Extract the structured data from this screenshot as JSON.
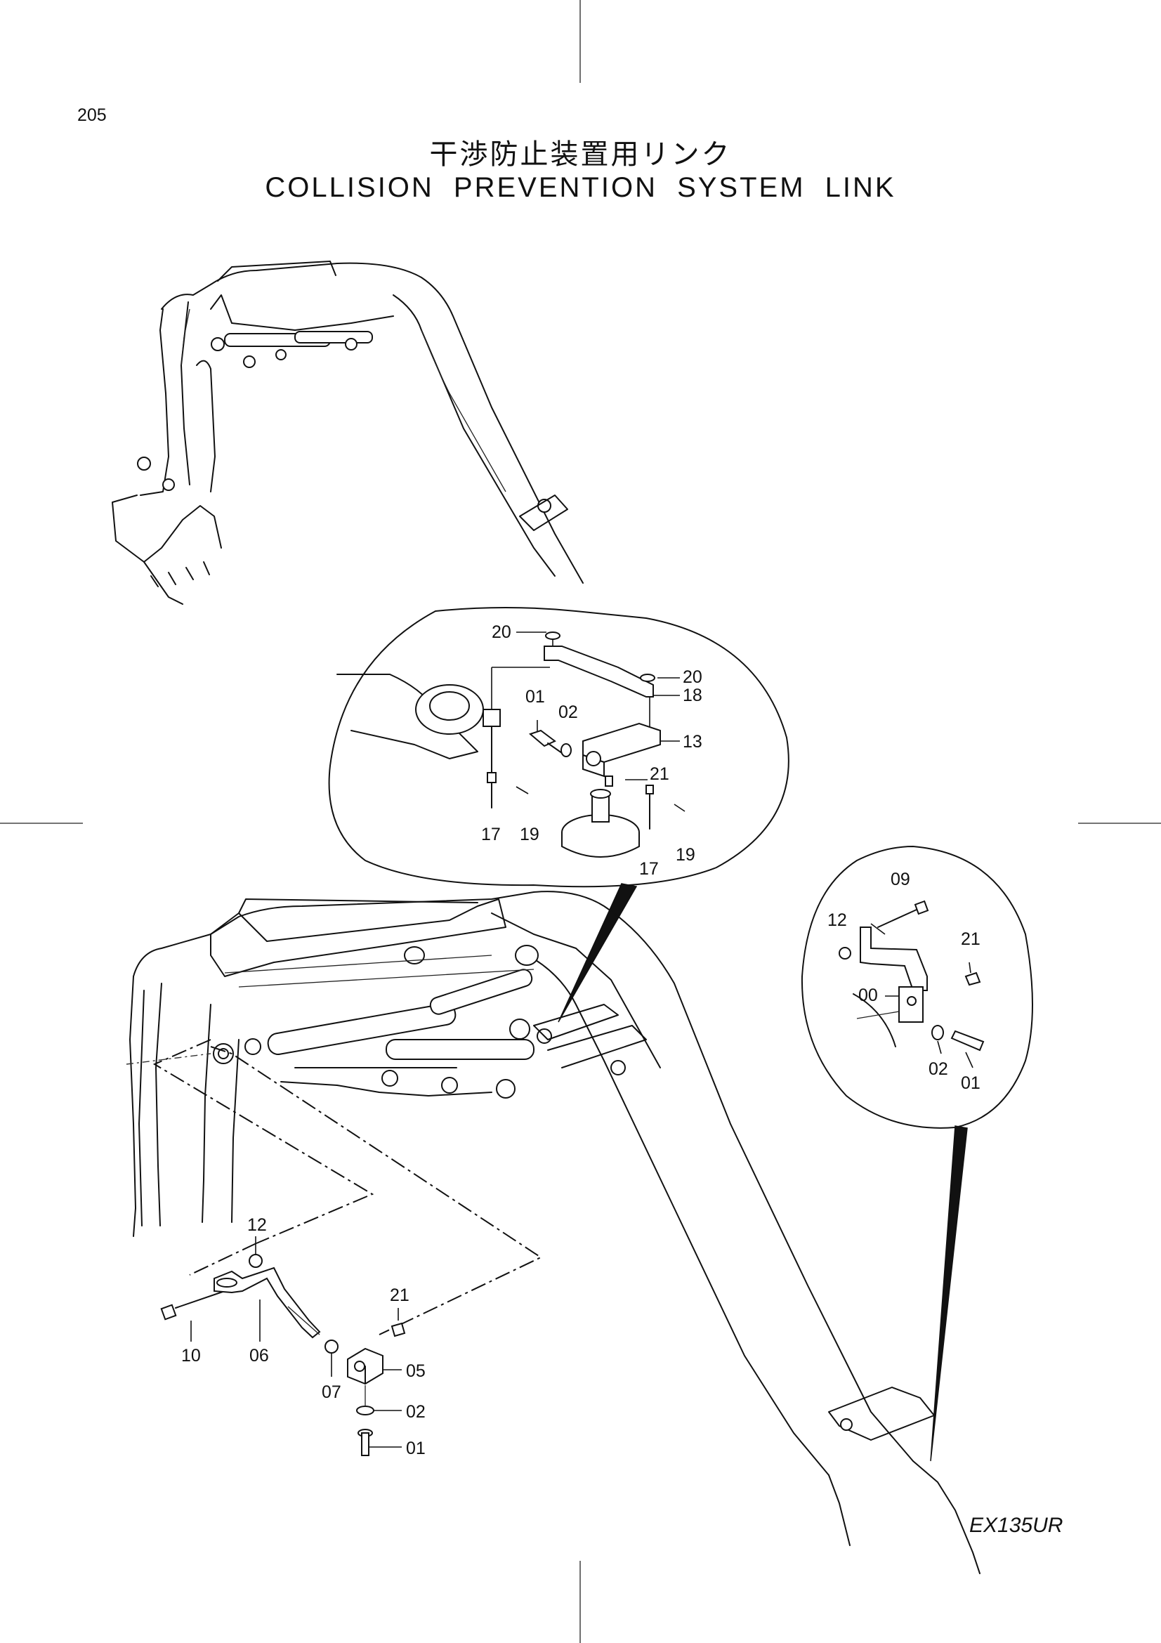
{
  "page": {
    "number": "205",
    "title_jp": "干渉防止装置用リンク",
    "title_en": "COLLISION  PREVENTION  SYSTEM  LINK",
    "model": "EX135UR"
  },
  "callouts": {
    "detail_upper": {
      "p20a": "20",
      "p20b": "20",
      "p18": "18",
      "p01": "01",
      "p02": "02",
      "p13": "13",
      "p21": "21",
      "p17a": "17",
      "p19a": "19",
      "p17b": "17",
      "p19b": "19"
    },
    "detail_right": {
      "p09": "09",
      "p12": "12",
      "p21": "21",
      "p00": "00",
      "p02": "02",
      "p01": "01"
    },
    "exploded_lower": {
      "p12": "12",
      "p21": "21",
      "p10": "10",
      "p06": "06",
      "p07": "07",
      "p05": "05",
      "p02": "02",
      "p01": "01"
    }
  }
}
